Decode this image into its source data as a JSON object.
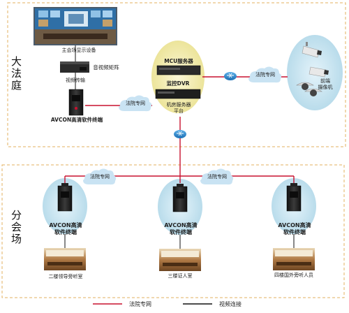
{
  "zones": {
    "court_chars": [
      "大",
      "法",
      "庭"
    ],
    "branch_chars": [
      "分",
      "会",
      "场"
    ]
  },
  "court": {
    "display_label": "主会场显示设备",
    "matrix_label": "音视频矩阵",
    "video_transfer_label": "视频传输",
    "terminal_label": "AVCON高清软件终端",
    "mcu_label": "MCU服务器",
    "dvr_label": "监控DVR",
    "server_room_label_1": "机房服务器",
    "server_room_label_2": "平台",
    "front_camera_label_1": "前端",
    "front_camera_label_2": "摄像机"
  },
  "cloud_label": "法院专网",
  "branch": {
    "terminal_label_1": "AVCON高清",
    "terminal_label_2": "软件终端",
    "rooms": [
      "二楼领导旁听室",
      "三楼证人室",
      "四楼国外旁听人员"
    ]
  },
  "legend": {
    "court_network": "法院专网",
    "video_link": "视频连接"
  },
  "colors": {
    "red_line": "#c8102e",
    "dash_border": "#e3b15f",
    "halo": "#bfe0ee",
    "cloud": "#c9e3f3",
    "server_halo": "#f3eda8"
  }
}
